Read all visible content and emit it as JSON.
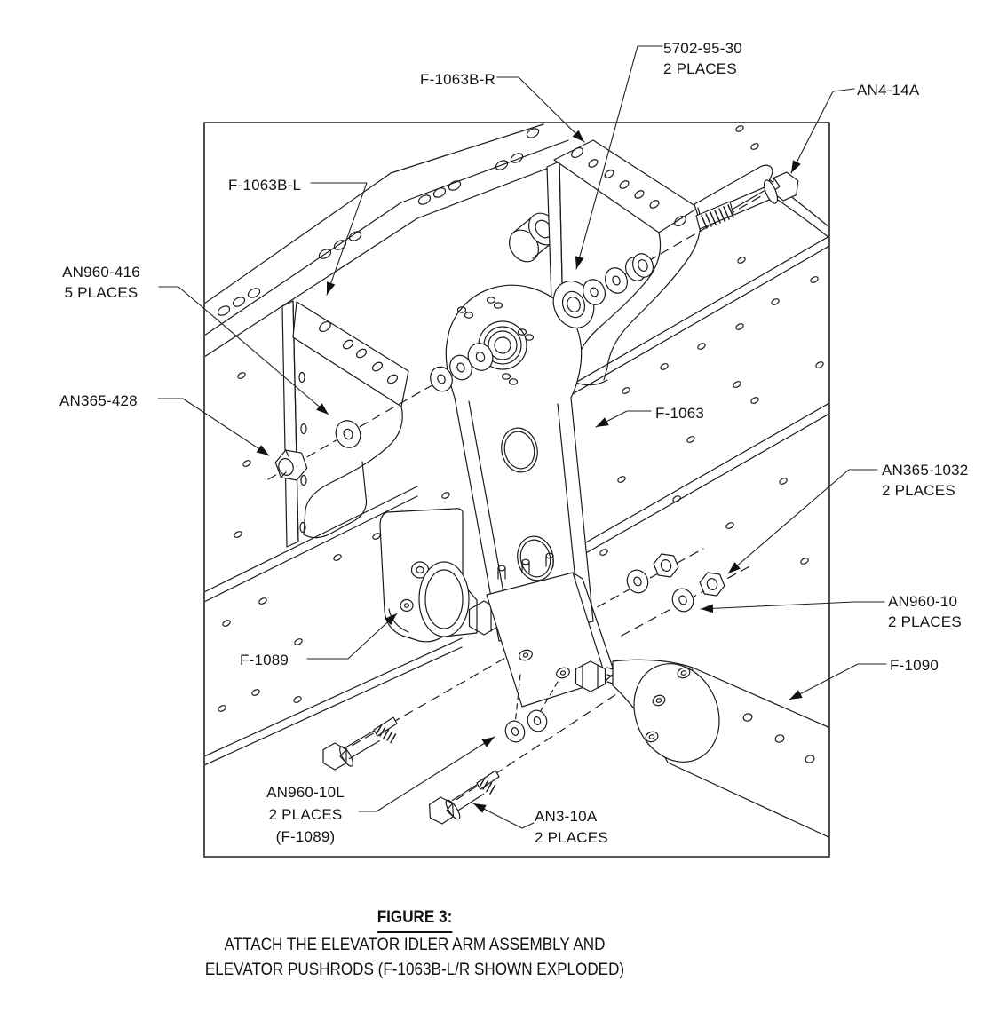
{
  "figure": {
    "number_label": "FIGURE 3:",
    "caption_lines": [
      "ATTACH THE ELEVATOR IDLER ARM ASSEMBLY AND",
      "ELEVATOR PUSHRODS (F-1063B-L/R SHOWN EXPLODED)"
    ]
  },
  "callouts": {
    "spacer_5702": {
      "line1": "5702-95-30",
      "line2": "2 PLACES"
    },
    "f1063b_r": {
      "line1": "F-1063B-R"
    },
    "an4_14a": {
      "line1": "AN4-14A"
    },
    "f1063b_l": {
      "line1": "F-1063B-L"
    },
    "an960_416": {
      "line1": "AN960-416",
      "line2": "5 PLACES"
    },
    "an365_428": {
      "line1": "AN365-428"
    },
    "f1063": {
      "line1": "F-1063"
    },
    "an365_1032": {
      "line1": "AN365-1032",
      "line2": "2 PLACES"
    },
    "an960_10": {
      "line1": "AN960-10",
      "line2": "2 PLACES"
    },
    "f1090": {
      "line1": "F-1090"
    },
    "f1089": {
      "line1": "F-1089"
    },
    "an960_10l": {
      "line1": "AN960-10L",
      "line2": "2 PLACES",
      "line3": "(F-1089)"
    },
    "an3_10a": {
      "line1": "AN3-10A",
      "line2": "2 PLACES"
    }
  },
  "colors": {
    "line": "#1b1b1b",
    "frame": "#3f3f3f",
    "background": "#ffffff"
  }
}
